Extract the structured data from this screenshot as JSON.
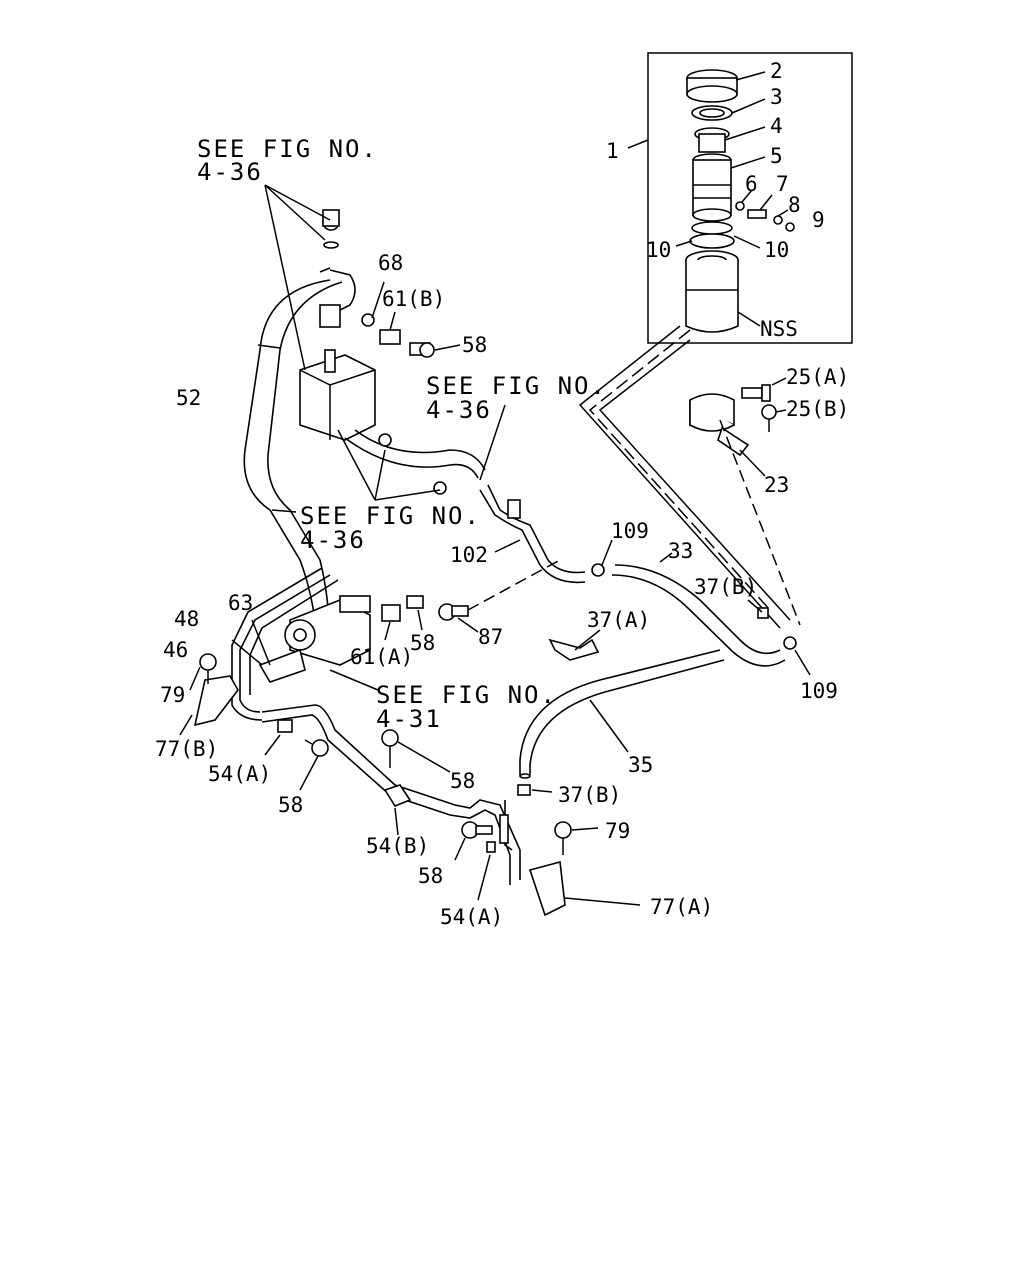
{
  "refs": {
    "see_436_a_l1": "SEE FIG NO.",
    "see_436_a_l2": "4-36",
    "see_436_b_l1": "SEE FIG NO.",
    "see_436_b_l2": "4-36",
    "see_436_c_l1": "SEE FIG NO.",
    "see_436_c_l2": "4-36",
    "see_431_l1": "SEE FIG NO.",
    "see_431_l2": "4-31"
  },
  "labels": {
    "p1": "1",
    "p2": "2",
    "p3": "3",
    "p4": "4",
    "p5": "5",
    "p6": "6",
    "p7": "7",
    "p8": "8",
    "p9": "9",
    "p10a": "10",
    "p10b": "10",
    "nss": "NSS",
    "p25a": "25(A)",
    "p25b": "25(B)",
    "p23": "23",
    "p68": "68",
    "p61b": "61(B)",
    "p58_top": "58",
    "p52": "52",
    "p102": "102",
    "p109_top": "109",
    "p33": "33",
    "p37b_right": "37(B)",
    "p109_right": "109",
    "p37a": "37(A)",
    "p87": "87",
    "p58_mid": "58",
    "p61a": "61(A)",
    "p63": "63",
    "p48": "48",
    "p46": "46",
    "p79_left": "79",
    "p77b": "77(B)",
    "p54a_left": "54(A)",
    "p58_left": "58",
    "p58_center": "58",
    "p35": "35",
    "p37b_low": "37(B)",
    "p54b": "54(B)",
    "p79_right": "79",
    "p58_low": "58",
    "p54a_low": "54(A)",
    "p77a": "77(A)"
  }
}
